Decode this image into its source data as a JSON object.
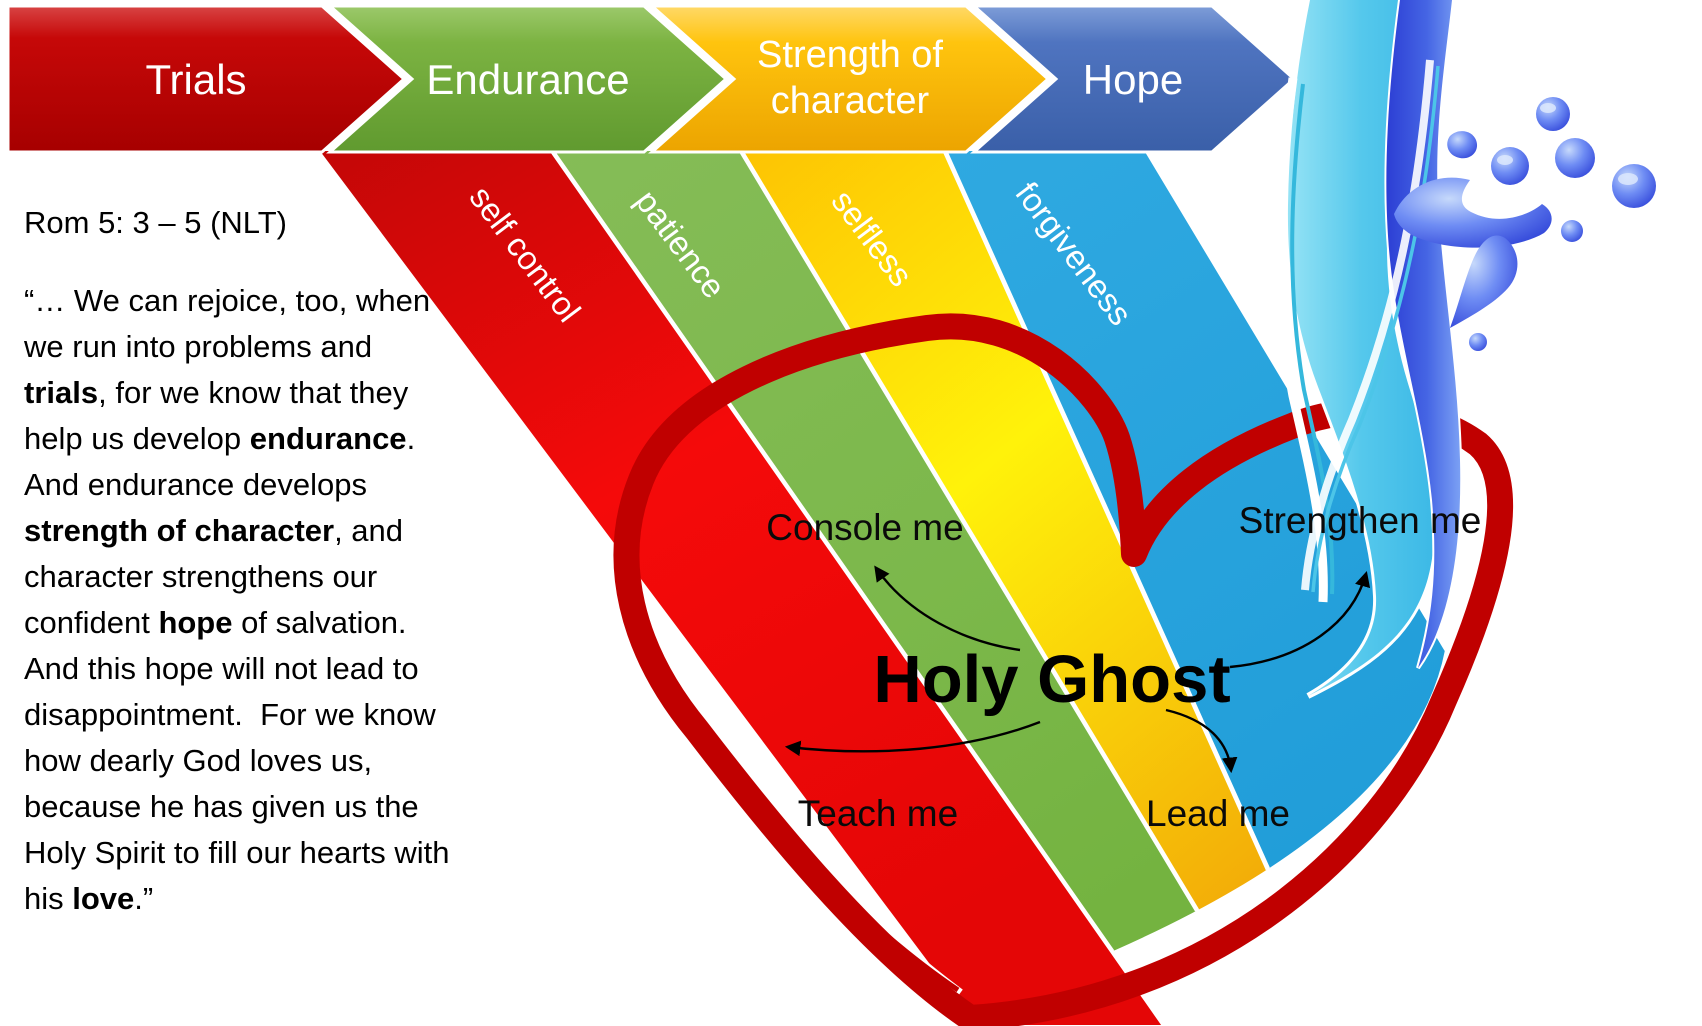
{
  "slide": {
    "background": "#ffffff"
  },
  "banner": {
    "items": [
      {
        "label": "Trials",
        "color": "#c40606"
      },
      {
        "label": "Endurance",
        "color": "#7cb342"
      },
      {
        "label": "Strength of character",
        "lines": [
          "Strength of",
          "character"
        ],
        "color": "#ffc107"
      },
      {
        "label": "Hope",
        "color": "#4f74c0"
      }
    ]
  },
  "ribbons": {
    "items": [
      {
        "label": "self control",
        "color": "#e60808"
      },
      {
        "label": "patience",
        "color": "#7db74e"
      },
      {
        "label": "selfless",
        "color": "#ffe606"
      },
      {
        "label": "forgiveness",
        "color": "#27a3dd"
      }
    ]
  },
  "verse": {
    "reference": "Rom 5: 3 – 5 (NLT)",
    "lines": [
      [
        {
          "t": "“… We can rejoice, too, when"
        }
      ],
      [
        {
          "t": "we run into problems and"
        }
      ],
      [
        {
          "t": "trials",
          "b": true
        },
        {
          "t": ", for we know that they"
        }
      ],
      [
        {
          "t": "help us develop "
        },
        {
          "t": "endurance",
          "b": true
        },
        {
          "t": "."
        }
      ],
      [
        {
          "t": "And endurance develops"
        }
      ],
      [
        {
          "t": "strength of character",
          "b": true
        },
        {
          "t": ", and"
        }
      ],
      [
        {
          "t": "character strengthens our"
        }
      ],
      [
        {
          "t": "confident "
        },
        {
          "t": "hope",
          "b": true
        },
        {
          "t": " of salvation."
        }
      ],
      [
        {
          "t": "And this hope will not lead to"
        }
      ],
      [
        {
          "t": "disappointment.  For we know"
        }
      ],
      [
        {
          "t": "how dearly God loves us,"
        }
      ],
      [
        {
          "t": "because he has given us the"
        }
      ],
      [
        {
          "t": "Holy Spirit to fill our hearts with"
        }
      ],
      [
        {
          "t": "his "
        },
        {
          "t": "love",
          "b": true
        },
        {
          "t": ".”"
        }
      ]
    ]
  },
  "heart": {
    "label": "Holy Ghost",
    "outline_color": "#c00000",
    "callouts": [
      {
        "label": "Console me"
      },
      {
        "label": "Strengthen me"
      },
      {
        "label": "Teach me"
      },
      {
        "label": "Lead me"
      }
    ]
  },
  "water": {
    "stream_color": "#55c8ec",
    "splash_color": "#3c55dd"
  }
}
